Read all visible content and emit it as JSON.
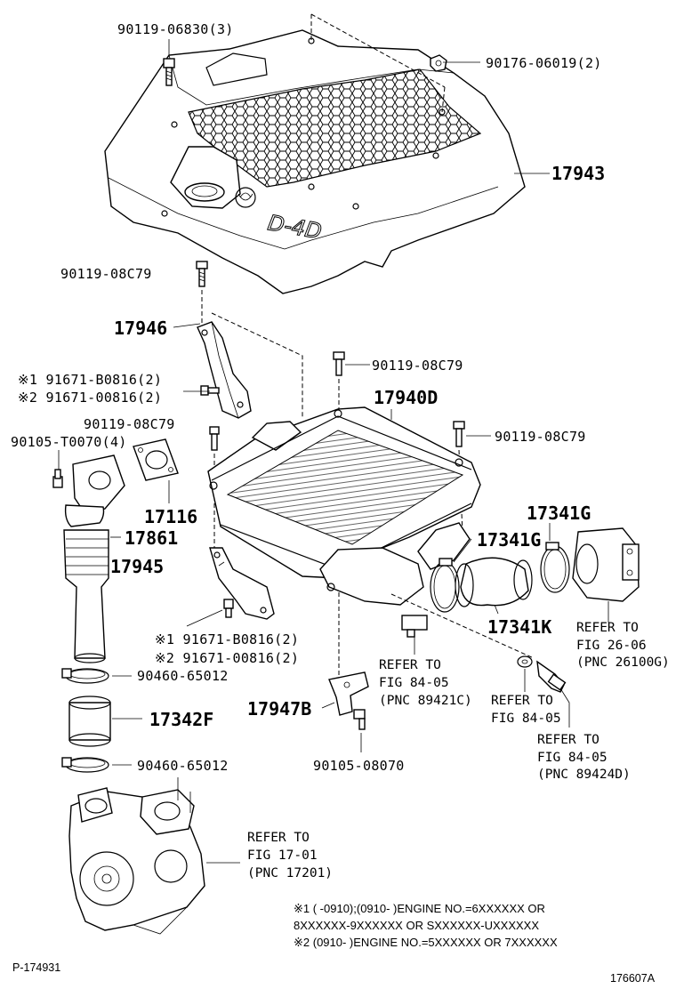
{
  "labels": {
    "bolt_top_left": "90119-06830(3)",
    "nut_top_right": "90176-06019(2)",
    "engine_cover": "17943",
    "bolt_bracket_left": "90119-08C79",
    "bracket_upper": "17946",
    "bolt_center": "90119-08C79",
    "bolt_note1_upper": "※1 91671-B0816(2)",
    "bolt_note2_upper": "※2 91671-00816(2)",
    "intercooler": "17940D",
    "bolt_small_left": "90119-08C79",
    "bolt_right": "90119-08C79",
    "stud_left": "90105-T0070(4)",
    "clamp_right_upper": "17341G",
    "gasket": "17116",
    "clamp_right_mid": "17341G",
    "pipe_left": "17861",
    "bracket_lower": "17945",
    "hose_right": "17341K",
    "bolt_note1_lower": "※1 91671-B0816(2)",
    "bolt_note2_lower": "※2 91671-00816(2)",
    "clamp_lower_1": "90460-65012",
    "bracket_sensor": "17947B",
    "hose_lower": "17342F",
    "clamp_lower_2": "90460-65012",
    "bolt_sensor": "90105-08070",
    "cover_logo_text": "D-4D"
  },
  "references": {
    "throttle": [
      "REFER TO",
      "FIG 26-06",
      "(PNC 26100G)"
    ],
    "sensor_a": [
      "REFER TO",
      "FIG 84-05",
      "(PNC 89421C)"
    ],
    "sensor_b": [
      "REFER TO",
      "FIG 84-05"
    ],
    "sensor_c": [
      "REFER TO",
      "FIG 84-05",
      "(PNC 89424D)"
    ],
    "turbo": [
      "REFER TO",
      "FIG 17-01",
      "(PNC 17201)"
    ]
  },
  "notes": {
    "line1": "※1 (      -0910);(0910-      )ENGINE NO.=6XXXXXX OR",
    "line2": "8XXXXXX-9XXXXXX OR SXXXXXX-UXXXXXX",
    "line3": "※2 (0910-      )ENGINE NO.=5XXXXXX OR 7XXXXXX"
  },
  "footer": {
    "page_code": "P-174931",
    "figure_code": "176607A"
  }
}
